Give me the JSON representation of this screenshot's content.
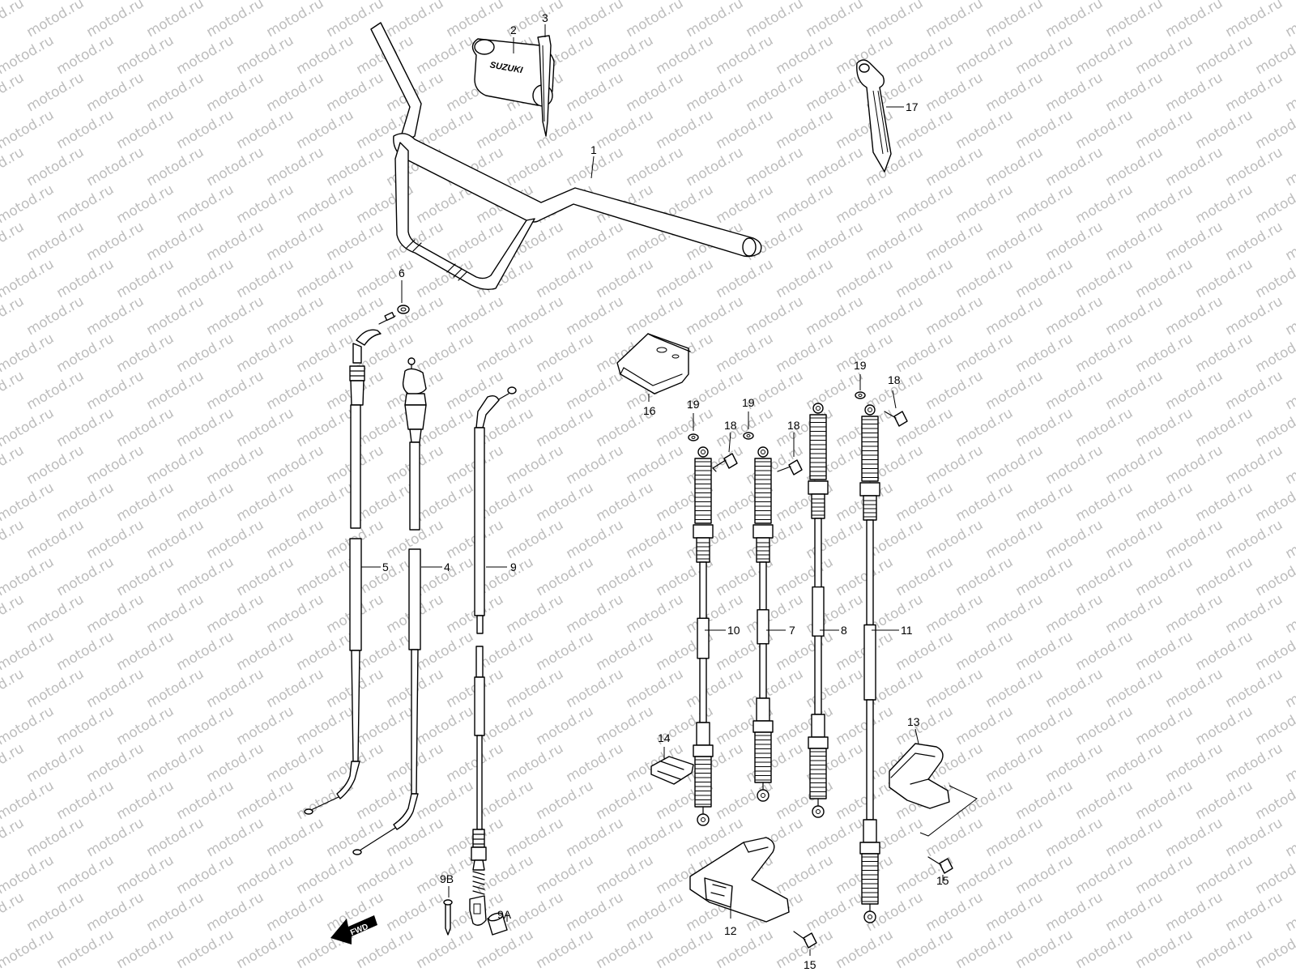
{
  "watermark": "motod.ru",
  "fwd_label": "FWD",
  "grip_logo": "SUZUKI",
  "callouts": {
    "c1": "1",
    "c2": "2",
    "c3": "3",
    "c4": "4",
    "c5": "5",
    "c6": "6",
    "c7": "7",
    "c8": "8",
    "c9": "9",
    "c9a": "9A",
    "c9b": "9B",
    "c10": "10",
    "c11": "11",
    "c12": "12",
    "c13": "13",
    "c14": "14",
    "c15a": "15",
    "c15b": "15",
    "c16": "16",
    "c17": "17",
    "c18a": "18",
    "c18b": "18",
    "c18c": "18",
    "c19a": "19",
    "c19b": "19",
    "c19c": "19"
  }
}
